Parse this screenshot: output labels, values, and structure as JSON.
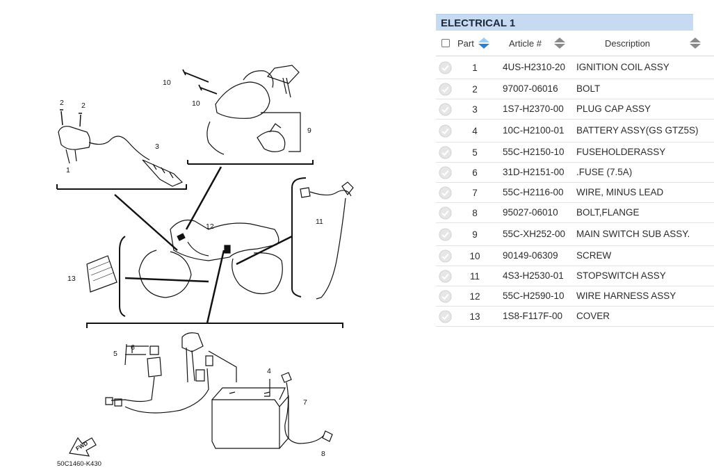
{
  "diagram": {
    "callouts": [
      "1",
      "2",
      "2",
      "3",
      "4",
      "5",
      "6",
      "7",
      "8",
      "9",
      "10",
      "10",
      "11",
      "12",
      "13"
    ],
    "fwd_label": "FWD",
    "drawing_code": "50C1460-K430"
  },
  "table": {
    "title": "ELECTRICAL 1",
    "headers": {
      "part": "Part",
      "article": "Article #",
      "description": "Description"
    },
    "rows": [
      {
        "part": "1",
        "article": "4US-H2310-20",
        "description": "IGNITION COIL ASSY"
      },
      {
        "part": "2",
        "article": "97007-06016",
        "description": "BOLT"
      },
      {
        "part": "3",
        "article": "1S7-H2370-00",
        "description": "PLUG CAP ASSY"
      },
      {
        "part": "4",
        "article": "10C-H2100-01",
        "description": "BATTERY ASSY(GS GTZ5S)"
      },
      {
        "part": "5",
        "article": "55C-H2150-10",
        "description": "FUSEHOLDERASSY"
      },
      {
        "part": "6",
        "article": "31D-H2151-00",
        "description": ".FUSE (7.5A)"
      },
      {
        "part": "7",
        "article": "55C-H2116-00",
        "description": "WIRE, MINUS LEAD"
      },
      {
        "part": "8",
        "article": "95027-06010",
        "description": "BOLT,FLANGE"
      },
      {
        "part": "9",
        "article": "55C-XH252-00",
        "description": "MAIN SWITCH SUB ASSY."
      },
      {
        "part": "10",
        "article": "90149-06309",
        "description": "SCREW"
      },
      {
        "part": "11",
        "article": "4S3-H2530-01",
        "description": "STOPSWITCH ASSY"
      },
      {
        "part": "12",
        "article": "55C-H2590-10",
        "description": "WIRE HARNESS ASSY"
      },
      {
        "part": "13",
        "article": "1S8-F117F-00",
        "description": "COVER"
      }
    ]
  },
  "colors": {
    "title_bar": "#c6dbf2",
    "sort_accent": "#4a8fd6",
    "row_check": "#cfcfcf"
  }
}
